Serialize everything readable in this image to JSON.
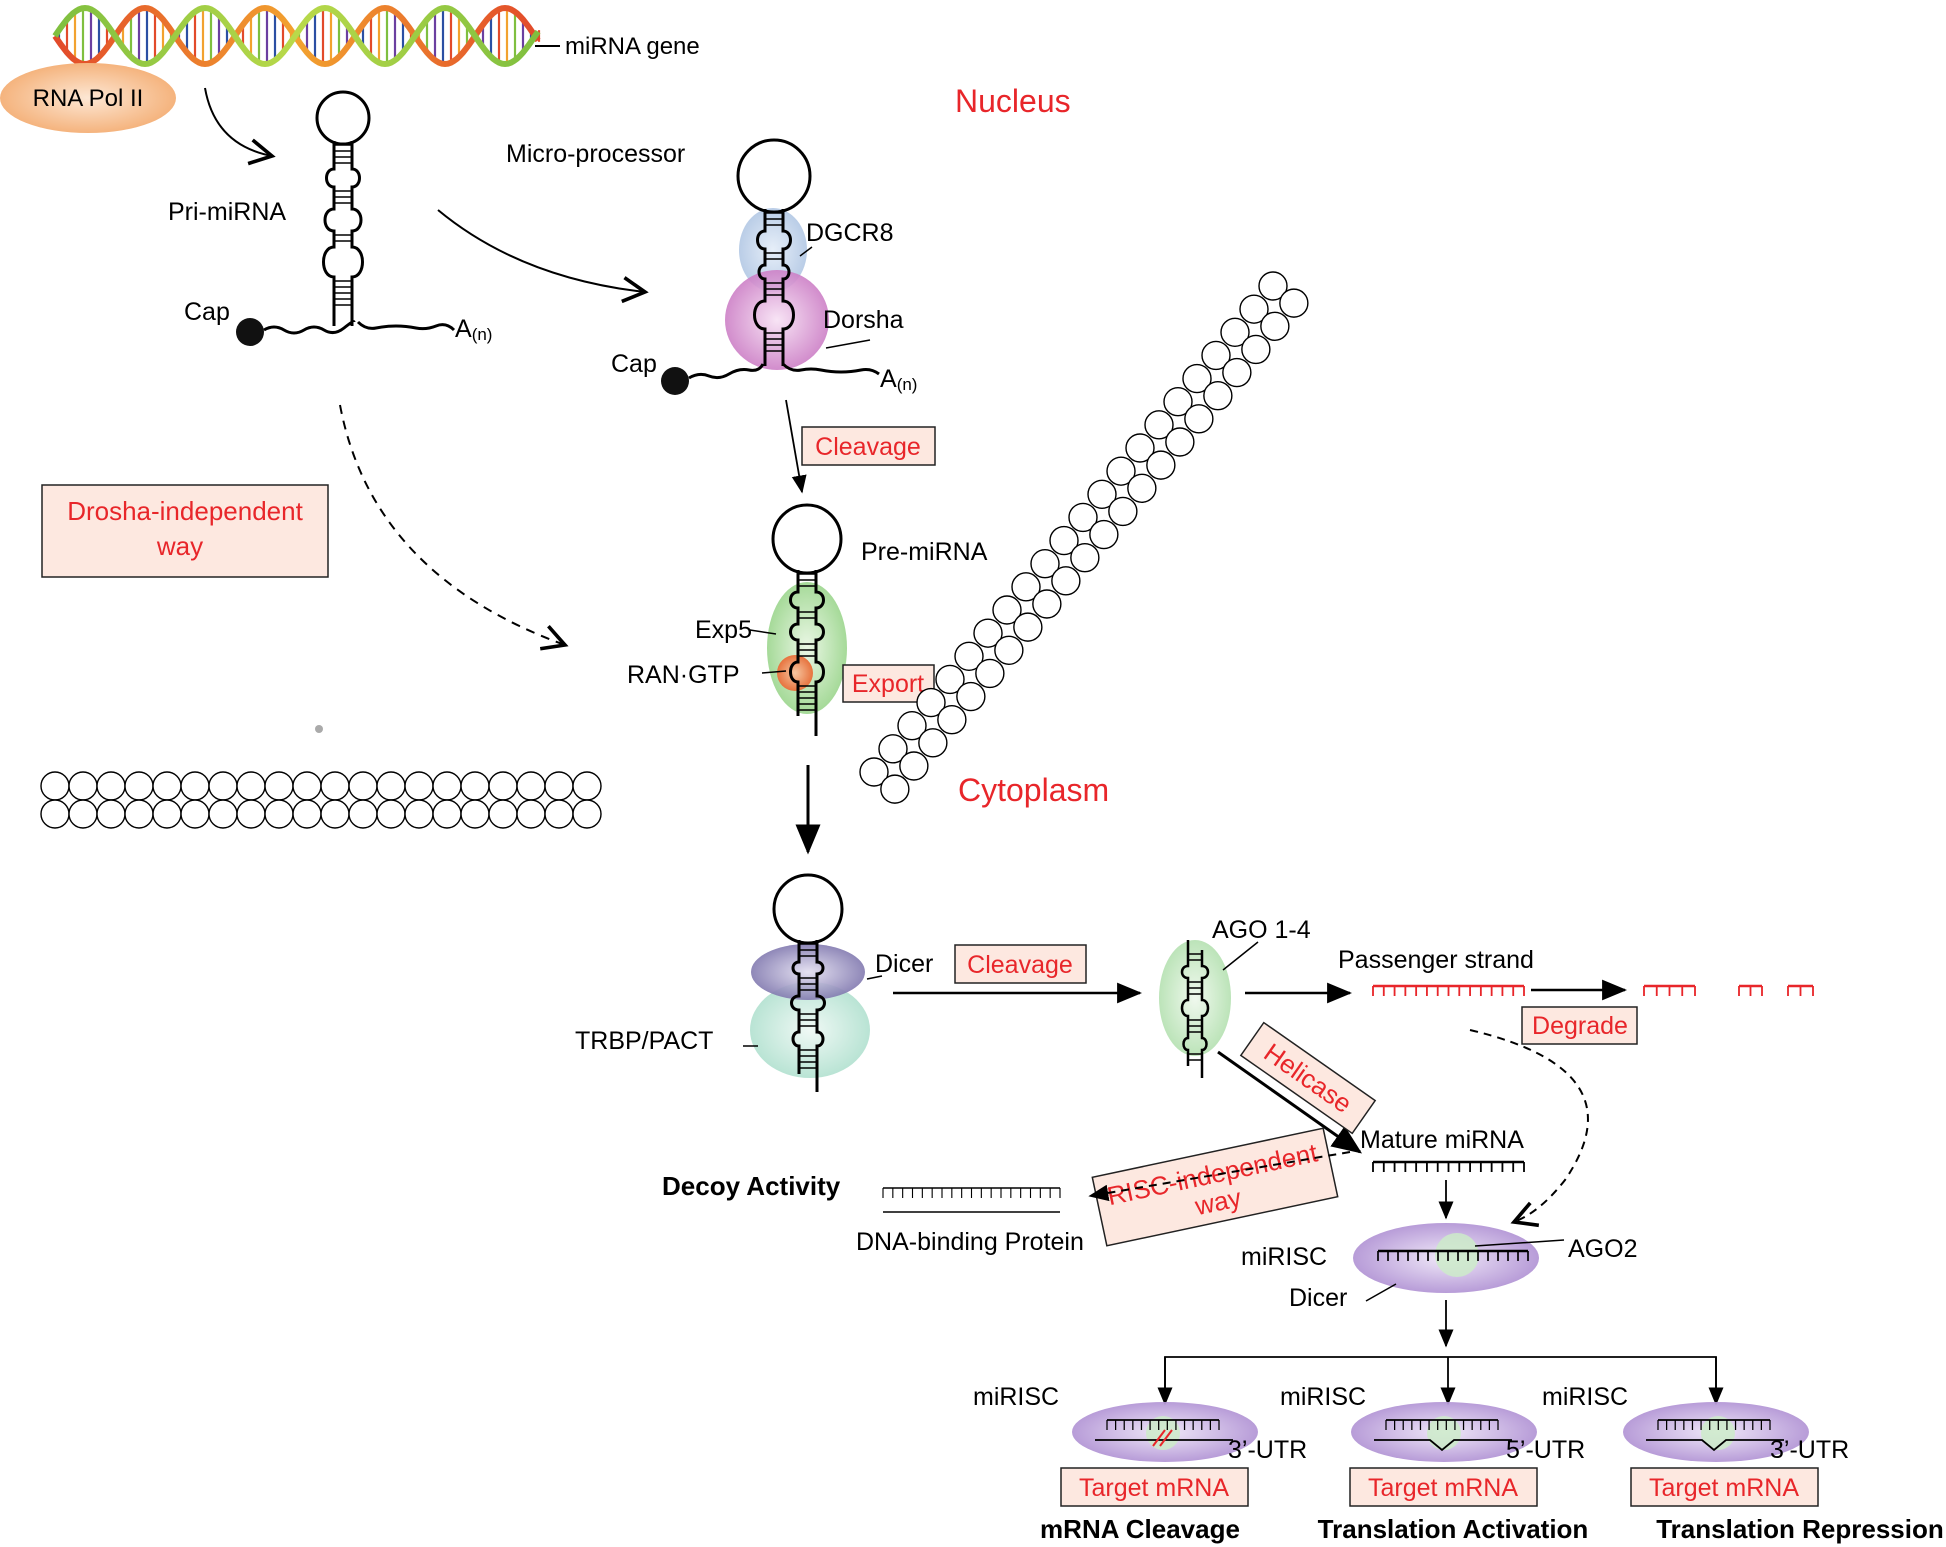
{
  "labels": {
    "mirna_gene": "miRNA gene",
    "rna_pol": "RNA Pol II",
    "nucleus": "Nucleus",
    "pri_mirna": "Pri-miRNA",
    "cap": "Cap",
    "cap2": "Cap",
    "a_n": "A",
    "a_n2": "A",
    "n_sub": "(n)",
    "microprocessor": "Micro-processor",
    "dgcr8": "DGCR8",
    "dorsha": "Dorsha",
    "cleavage1": "Cleavage",
    "drosha_independent_1": "Drosha-independent",
    "drosha_independent_2": "way",
    "pre_mirna": "Pre-miRNA",
    "exp5": "Exp5",
    "ran_gtp": "RAN·GTP",
    "export": "Export",
    "cytoplasm": "Cytoplasm",
    "dicer": "Dicer",
    "cleavage2": "Cleavage",
    "trbp_pact": "TRBP/PACT",
    "ago14": "AGO 1-4",
    "passenger_strand": "Passenger strand",
    "degrade": "Degrade",
    "helicase": "Helicase",
    "mature_mirna": "Mature miRNA",
    "risc_independent_1": "RISC-independent",
    "risc_independent_2": "way",
    "decoy_activity": "Decoy Activity",
    "dna_binding_protein": "DNA-binding Protein",
    "mirisc_main": "miRISC",
    "ago2": "AGO2",
    "dicer2": "Dicer",
    "mirisc_1": "miRISC",
    "mirisc_2": "miRISC",
    "mirisc_3": "miRISC",
    "utr_1": "3’-UTR",
    "utr_2": "5’-UTR",
    "utr_3": "3’-UTR",
    "target_mrna_1": "Target mRNA",
    "target_mrna_2": "Target mRNA",
    "target_mrna_3": "Target mRNA",
    "outcome_1": "mRNA Cleavage",
    "outcome_2": "Translation Activation",
    "outcome_3": "Translation Repression"
  },
  "colors": {
    "red_text": "#e8262a",
    "box_fill": "#fde8e0",
    "dgcr8": "#b9cde6",
    "dorsha": "#cf7fc9",
    "exp5": "#9fd58f",
    "ran": "#f08a3a",
    "dicer": "#8c82b8",
    "trbp": "#bfe6d8",
    "ago": "#c6e9c4",
    "mirisc": "#b79ad6",
    "rna_pol": "#f5b27a"
  }
}
